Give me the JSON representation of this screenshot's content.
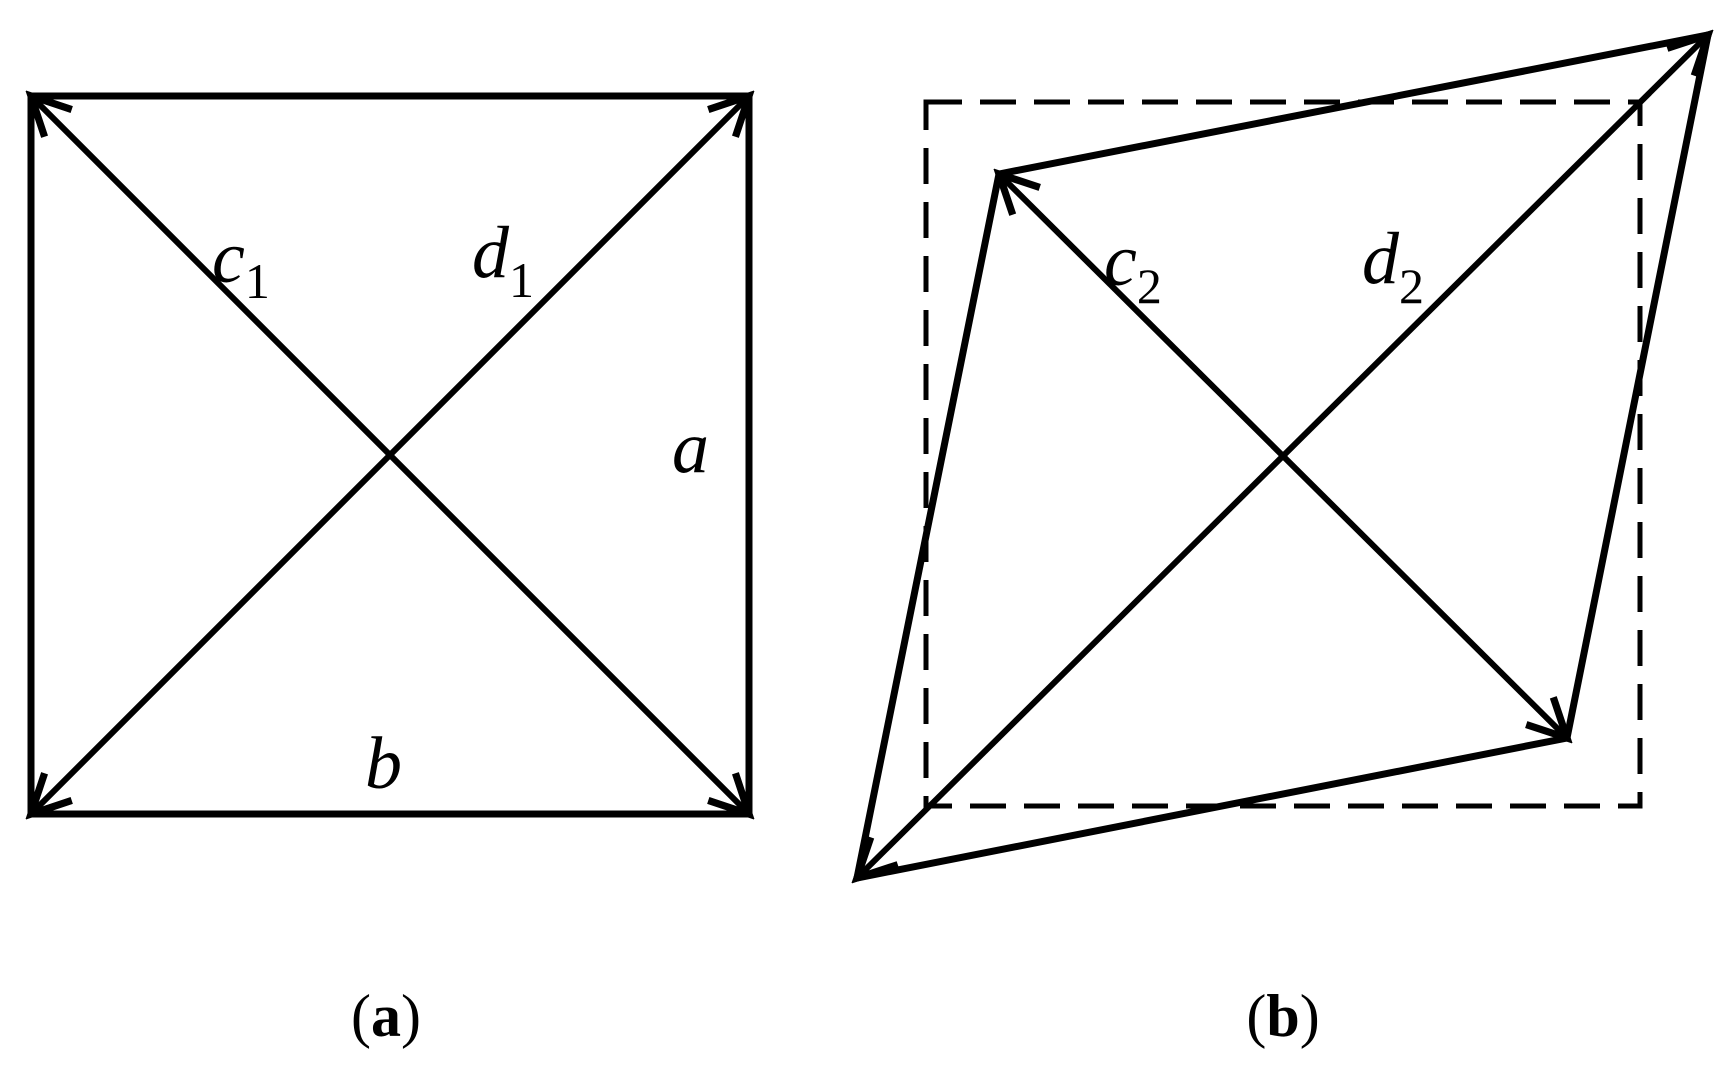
{
  "panel_a": {
    "caption_open": "(",
    "caption_letter": "a",
    "caption_close": ")",
    "label_c": "c",
    "label_c_sub": "1",
    "label_d": "d",
    "label_d_sub": "1",
    "label_a": "a",
    "label_b": "b"
  },
  "panel_b": {
    "caption_open": "(",
    "caption_letter": "b",
    "caption_close": ")",
    "label_c": "c",
    "label_c_sub": "2",
    "label_d": "d",
    "label_d_sub": "2"
  },
  "colors": {
    "stroke": "#000000",
    "background": "#ffffff"
  }
}
